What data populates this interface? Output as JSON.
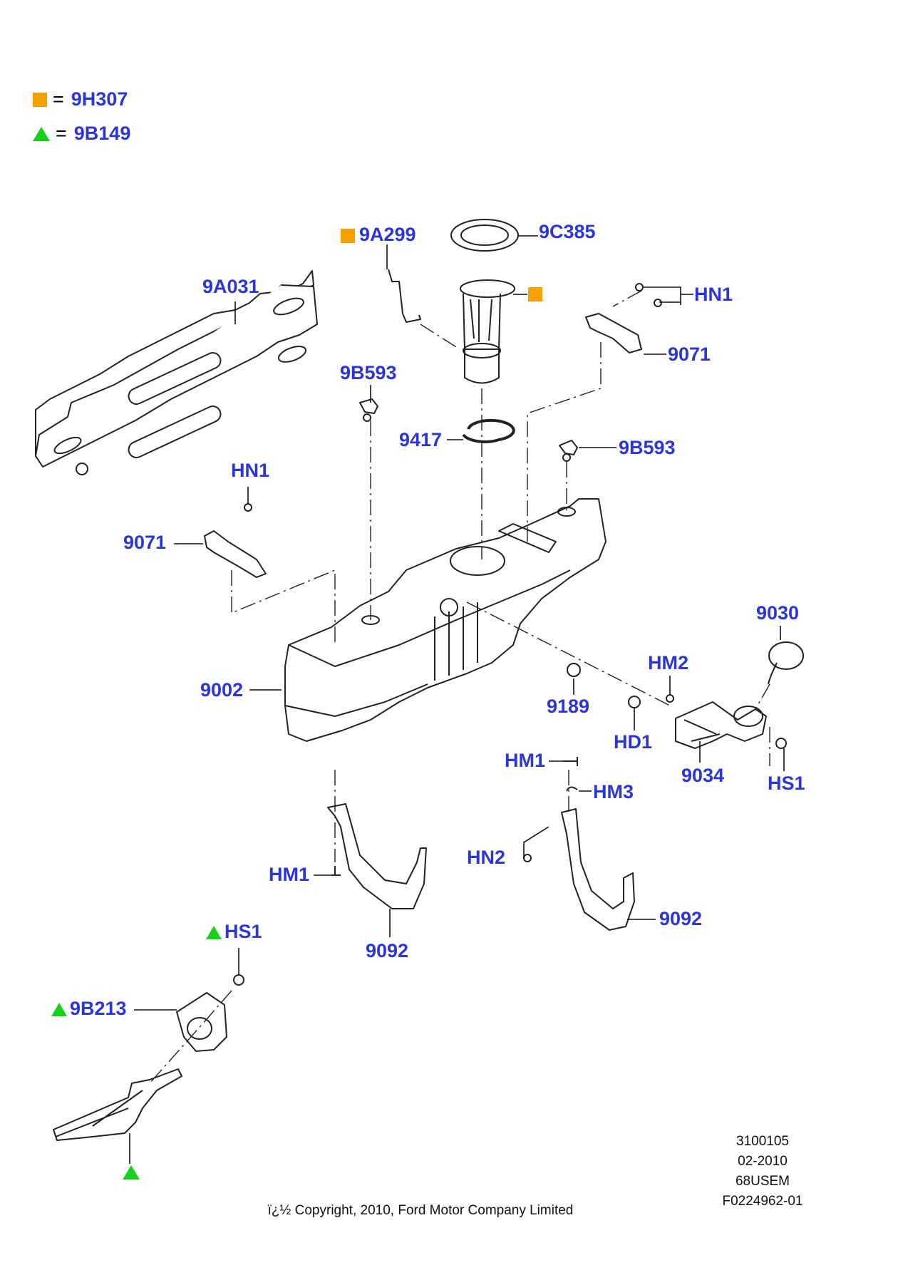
{
  "legend": [
    {
      "marker": "orange-square",
      "code": "9H307"
    },
    {
      "marker": "green-triangle",
      "code": "9B149"
    }
  ],
  "labels": {
    "l_9a299": "9A299",
    "l_9c385": "9C385",
    "l_9a031": "9A031",
    "l_hn1_top": "HN1",
    "l_9071_right": "9071",
    "l_9b593_left": "9B593",
    "l_9417": "9417",
    "l_9b593_right": "9B593",
    "l_hn1_left": "HN1",
    "l_9071_left": "9071",
    "l_9030": "9030",
    "l_hm2": "HM2",
    "l_9002": "9002",
    "l_9189": "9189",
    "l_hd1": "HD1",
    "l_9034": "9034",
    "l_hs1_right": "HS1",
    "l_hm1_upper": "HM1",
    "l_hm3": "HM3",
    "l_hn2": "HN2",
    "l_hm1_lower": "HM1",
    "l_9092_right": "9092",
    "l_9092_left": "9092",
    "l_hs1_left": "HS1",
    "l_9b213": "9B213"
  },
  "colors": {
    "label_blue": "#2b35d8",
    "orange": "#f7a100",
    "green": "#15d11a"
  },
  "footer": {
    "code_lines": [
      "3100105",
      "02-2010",
      "68USEM",
      "F0224962-01"
    ],
    "copyright": "ï¿½ Copyright, 2010, Ford Motor Company Limited"
  }
}
